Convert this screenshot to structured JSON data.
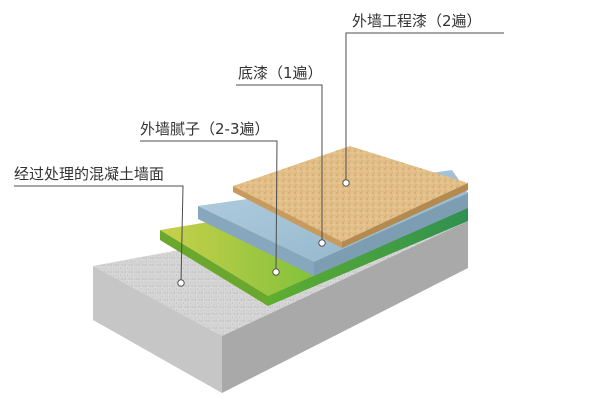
{
  "layers": [
    {
      "id": "concrete",
      "label": "经过处理的混凝土墙面",
      "color": "#d2d2d2"
    },
    {
      "id": "putty",
      "label": "外墙腻子（2-3遍）",
      "color": "#6fb62c"
    },
    {
      "id": "primer",
      "label": "底漆（1遍）",
      "color": "#9fc1d6"
    },
    {
      "id": "topcoat",
      "label": "外墙工程漆（2遍）",
      "color": "#e0b87a"
    }
  ]
}
